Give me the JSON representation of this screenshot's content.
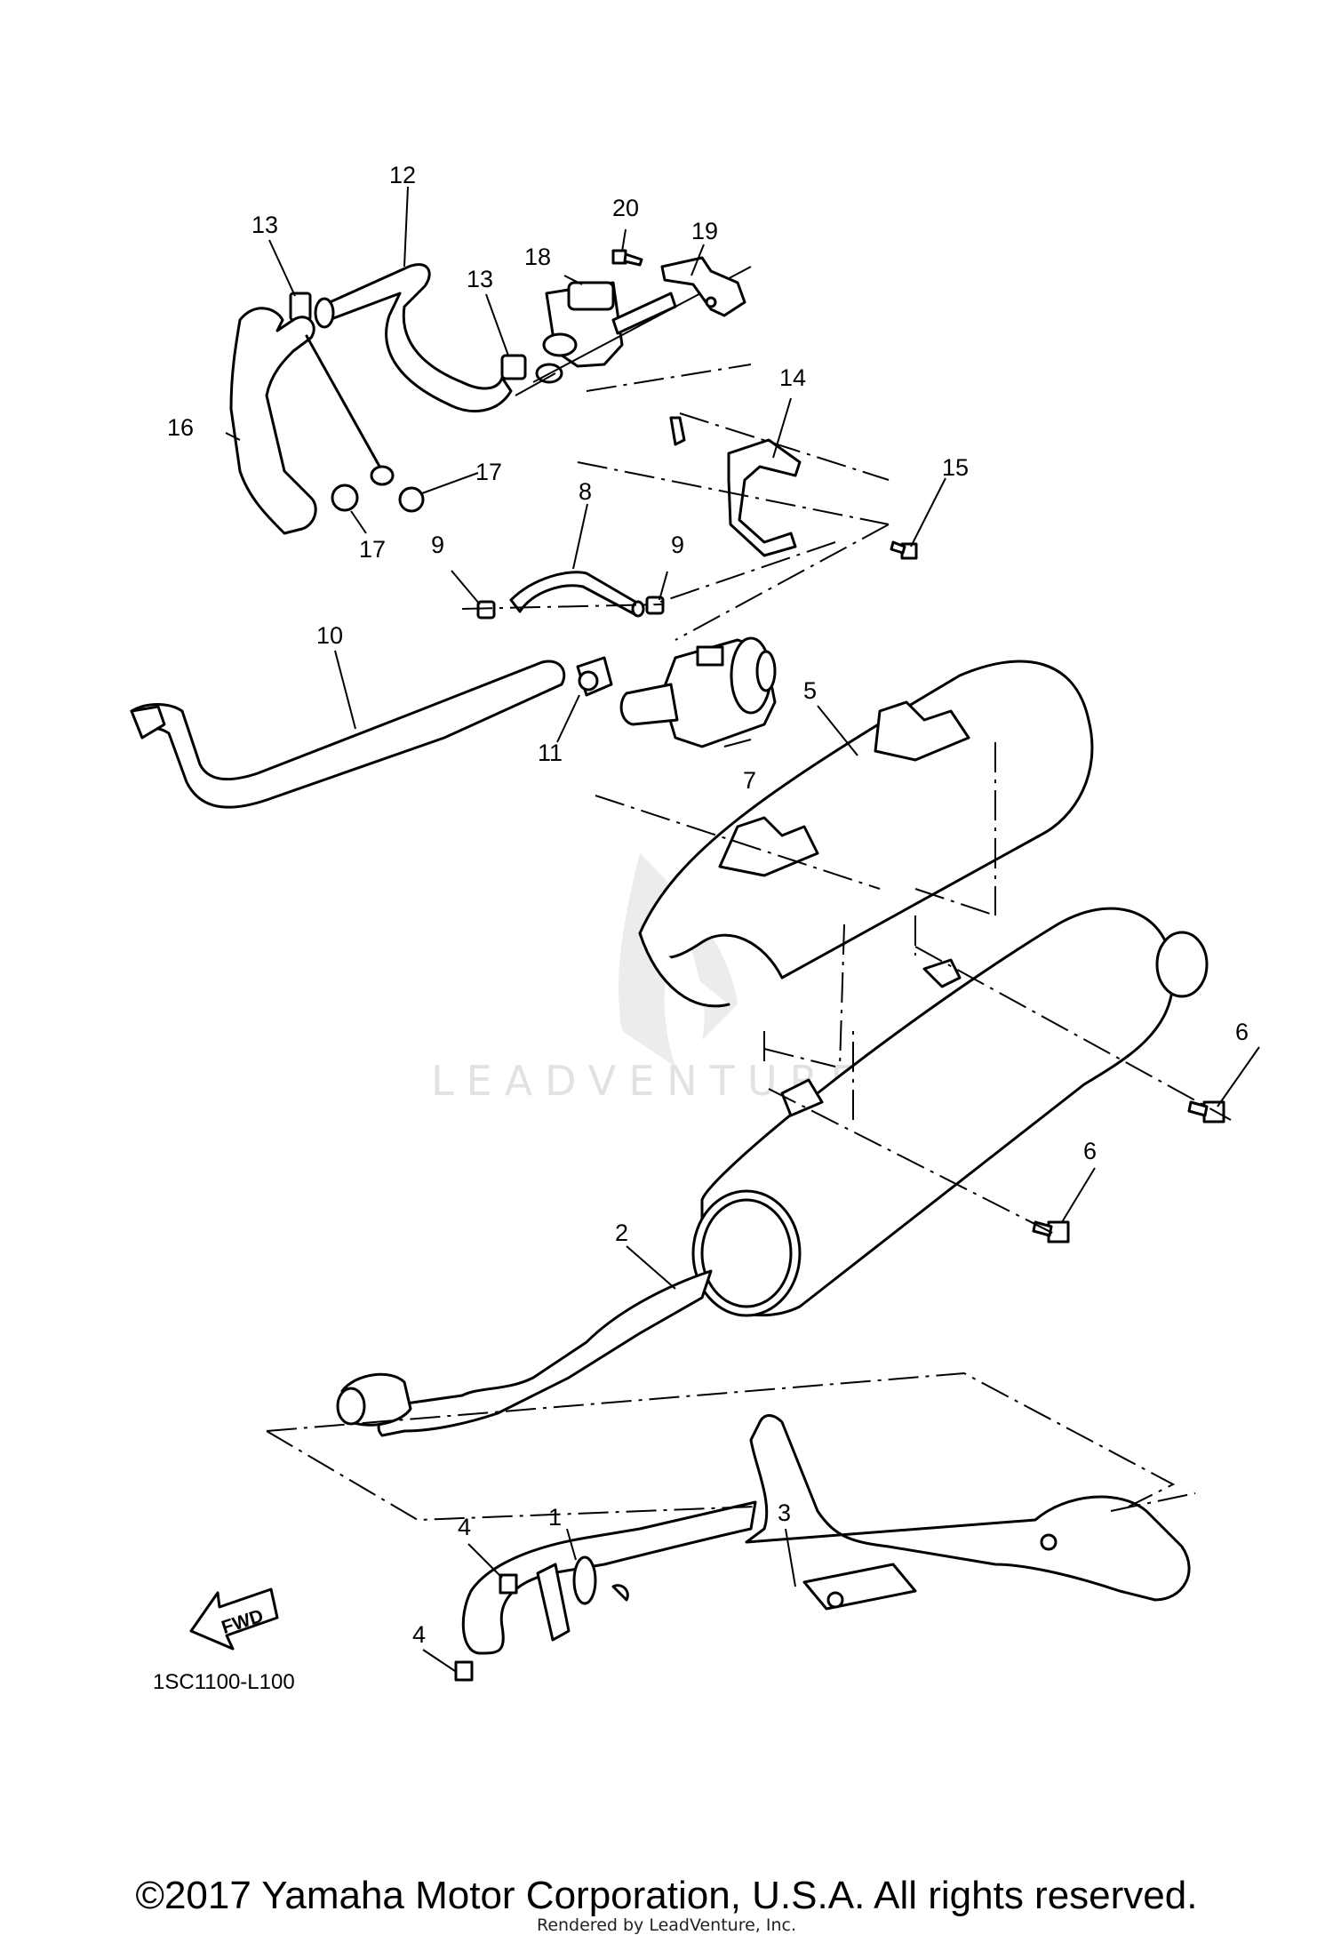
{
  "diagram": {
    "watermark": "LEADVENTURE",
    "part_code": "1SC1100-L100",
    "fwd_label": "FWD",
    "callouts": [
      {
        "id": "c1",
        "label": "1"
      },
      {
        "id": "c2",
        "label": "2"
      },
      {
        "id": "c3",
        "label": "3"
      },
      {
        "id": "c4a",
        "label": "4"
      },
      {
        "id": "c4b",
        "label": "4"
      },
      {
        "id": "c5",
        "label": "5"
      },
      {
        "id": "c6a",
        "label": "6"
      },
      {
        "id": "c6b",
        "label": "6"
      },
      {
        "id": "c7",
        "label": "7"
      },
      {
        "id": "c8",
        "label": "8"
      },
      {
        "id": "c9a",
        "label": "9"
      },
      {
        "id": "c9b",
        "label": "9"
      },
      {
        "id": "c10",
        "label": "10"
      },
      {
        "id": "c11",
        "label": "11"
      },
      {
        "id": "c12",
        "label": "12"
      },
      {
        "id": "c13a",
        "label": "13"
      },
      {
        "id": "c13b",
        "label": "13"
      },
      {
        "id": "c14",
        "label": "14"
      },
      {
        "id": "c15",
        "label": "15"
      },
      {
        "id": "c16",
        "label": "16"
      },
      {
        "id": "c17a",
        "label": "17"
      },
      {
        "id": "c17b",
        "label": "17"
      },
      {
        "id": "c18",
        "label": "18"
      },
      {
        "id": "c19",
        "label": "19"
      },
      {
        "id": "c20",
        "label": "20"
      }
    ]
  },
  "footer": {
    "copyright": "©2017 Yamaha Motor Corporation, U.S.A. All rights reserved.",
    "rendered_by": "Rendered by LeadVenture, Inc."
  }
}
